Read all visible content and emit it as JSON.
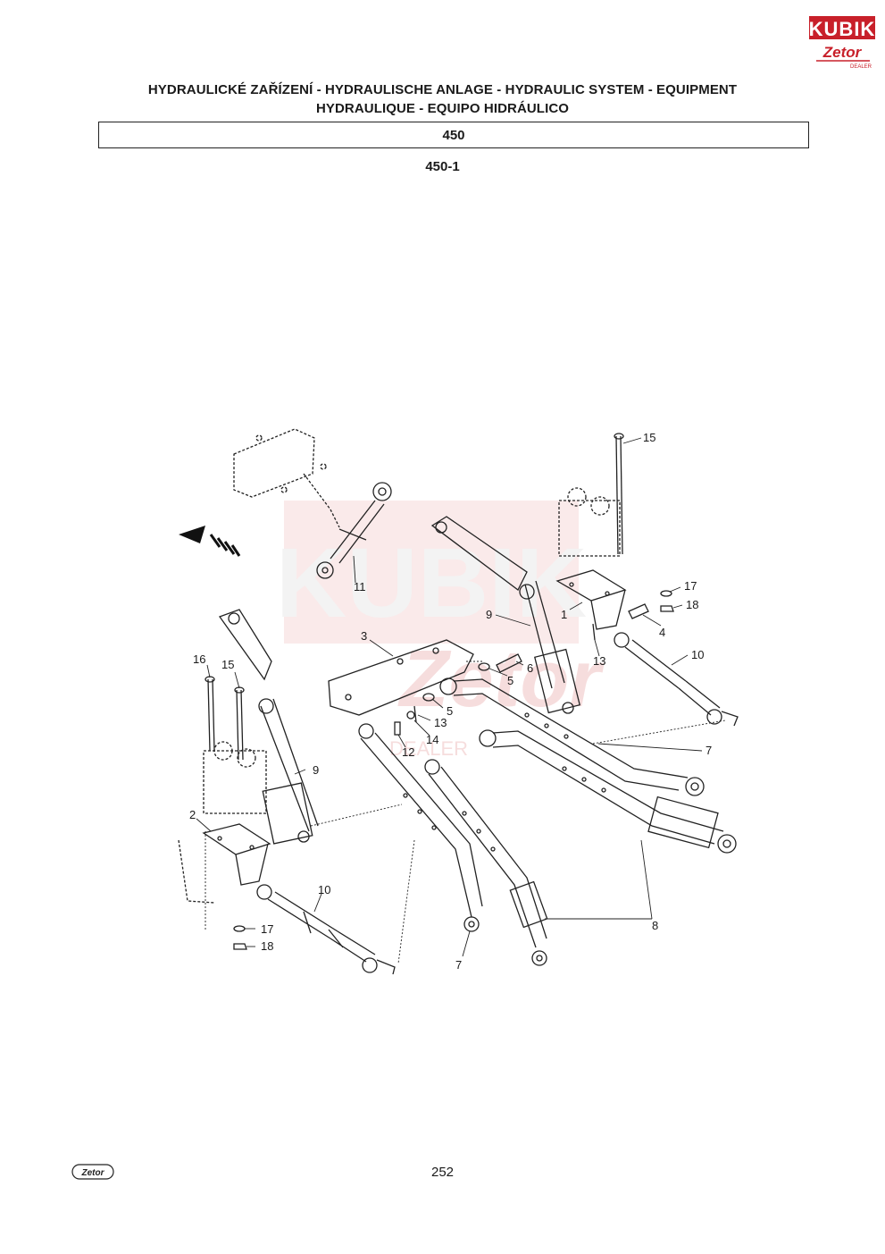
{
  "header": {
    "title_line1": "HYDRAULICKÉ ZAŘÍZENÍ - HYDRAULISCHE ANLAGE - HYDRAULIC SYSTEM - EQUIPMENT",
    "title_line2": "HYDRAULIQUE - EQUIPO HIDRÁULICO",
    "section": "450",
    "subsection": "450-1"
  },
  "logo": {
    "brand": "KUBIK",
    "sub": "Zetor",
    "tag": "DEALER",
    "brand_color": "#c8202a"
  },
  "watermark": {
    "brand": "KUBIK",
    "sub": "Zetor",
    "tag": "DEALER",
    "color": "#e8a0a0"
  },
  "callouts": {
    "c1": "1",
    "c2": "2",
    "c3": "3",
    "c4": "4",
    "c5a": "5",
    "c5b": "5",
    "c6": "6",
    "c7a": "7",
    "c7b": "7",
    "c8": "8",
    "c9a": "9",
    "c9b": "9",
    "c10a": "10",
    "c10b": "10",
    "c11": "11",
    "c12": "12",
    "c13a": "13",
    "c13b": "13",
    "c14": "14",
    "c15a": "15",
    "c15b": "15",
    "c16": "16",
    "c17a": "17",
    "c17b": "17",
    "c18a": "18",
    "c18b": "18"
  },
  "footer": {
    "page_number": "252",
    "logo_text": "Zetor"
  }
}
